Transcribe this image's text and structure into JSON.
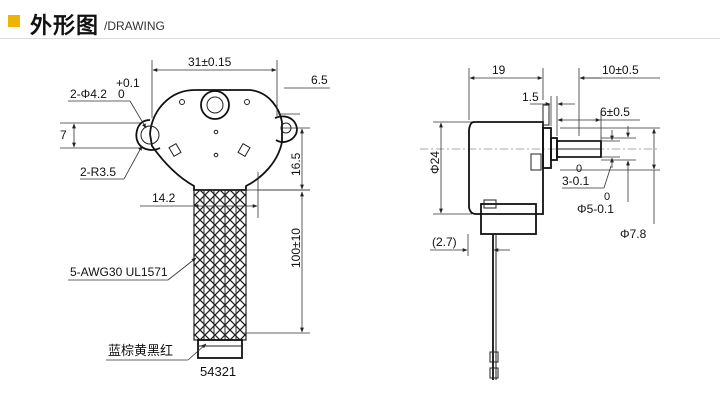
{
  "header": {
    "title": "外形图",
    "subtitle": "/DRAWING"
  },
  "left_view": {
    "dim_width": "31±0.15",
    "dim_hole_dia": "2-Φ4.2",
    "dim_hole_tol_plus": "+0.1",
    "dim_hole_tol_zero": "0",
    "dim_7": "7",
    "dim_6_5": "6.5",
    "dim_16_5": "16.5",
    "dim_r3_5": "2-R3.5",
    "dim_14_2": "14.2",
    "dim_100": "100±10",
    "wire_spec": "5-AWG30  UL1571",
    "wire_colors": "蓝棕黄黑红",
    "pin_numbers": "54321"
  },
  "right_view": {
    "dim_19": "19",
    "dim_10": "10±0.5",
    "dim_1_5": "1.5",
    "dim_6": "6±0.5",
    "dim_phi24": "Φ24",
    "dim_3_zero": "0",
    "dim_3": "3-0.1",
    "dim_5_zero": "0",
    "dim_phi5": "Φ5-0.1",
    "dim_phi7_8": "Φ7.8",
    "dim_2_7": "(2.7)"
  }
}
